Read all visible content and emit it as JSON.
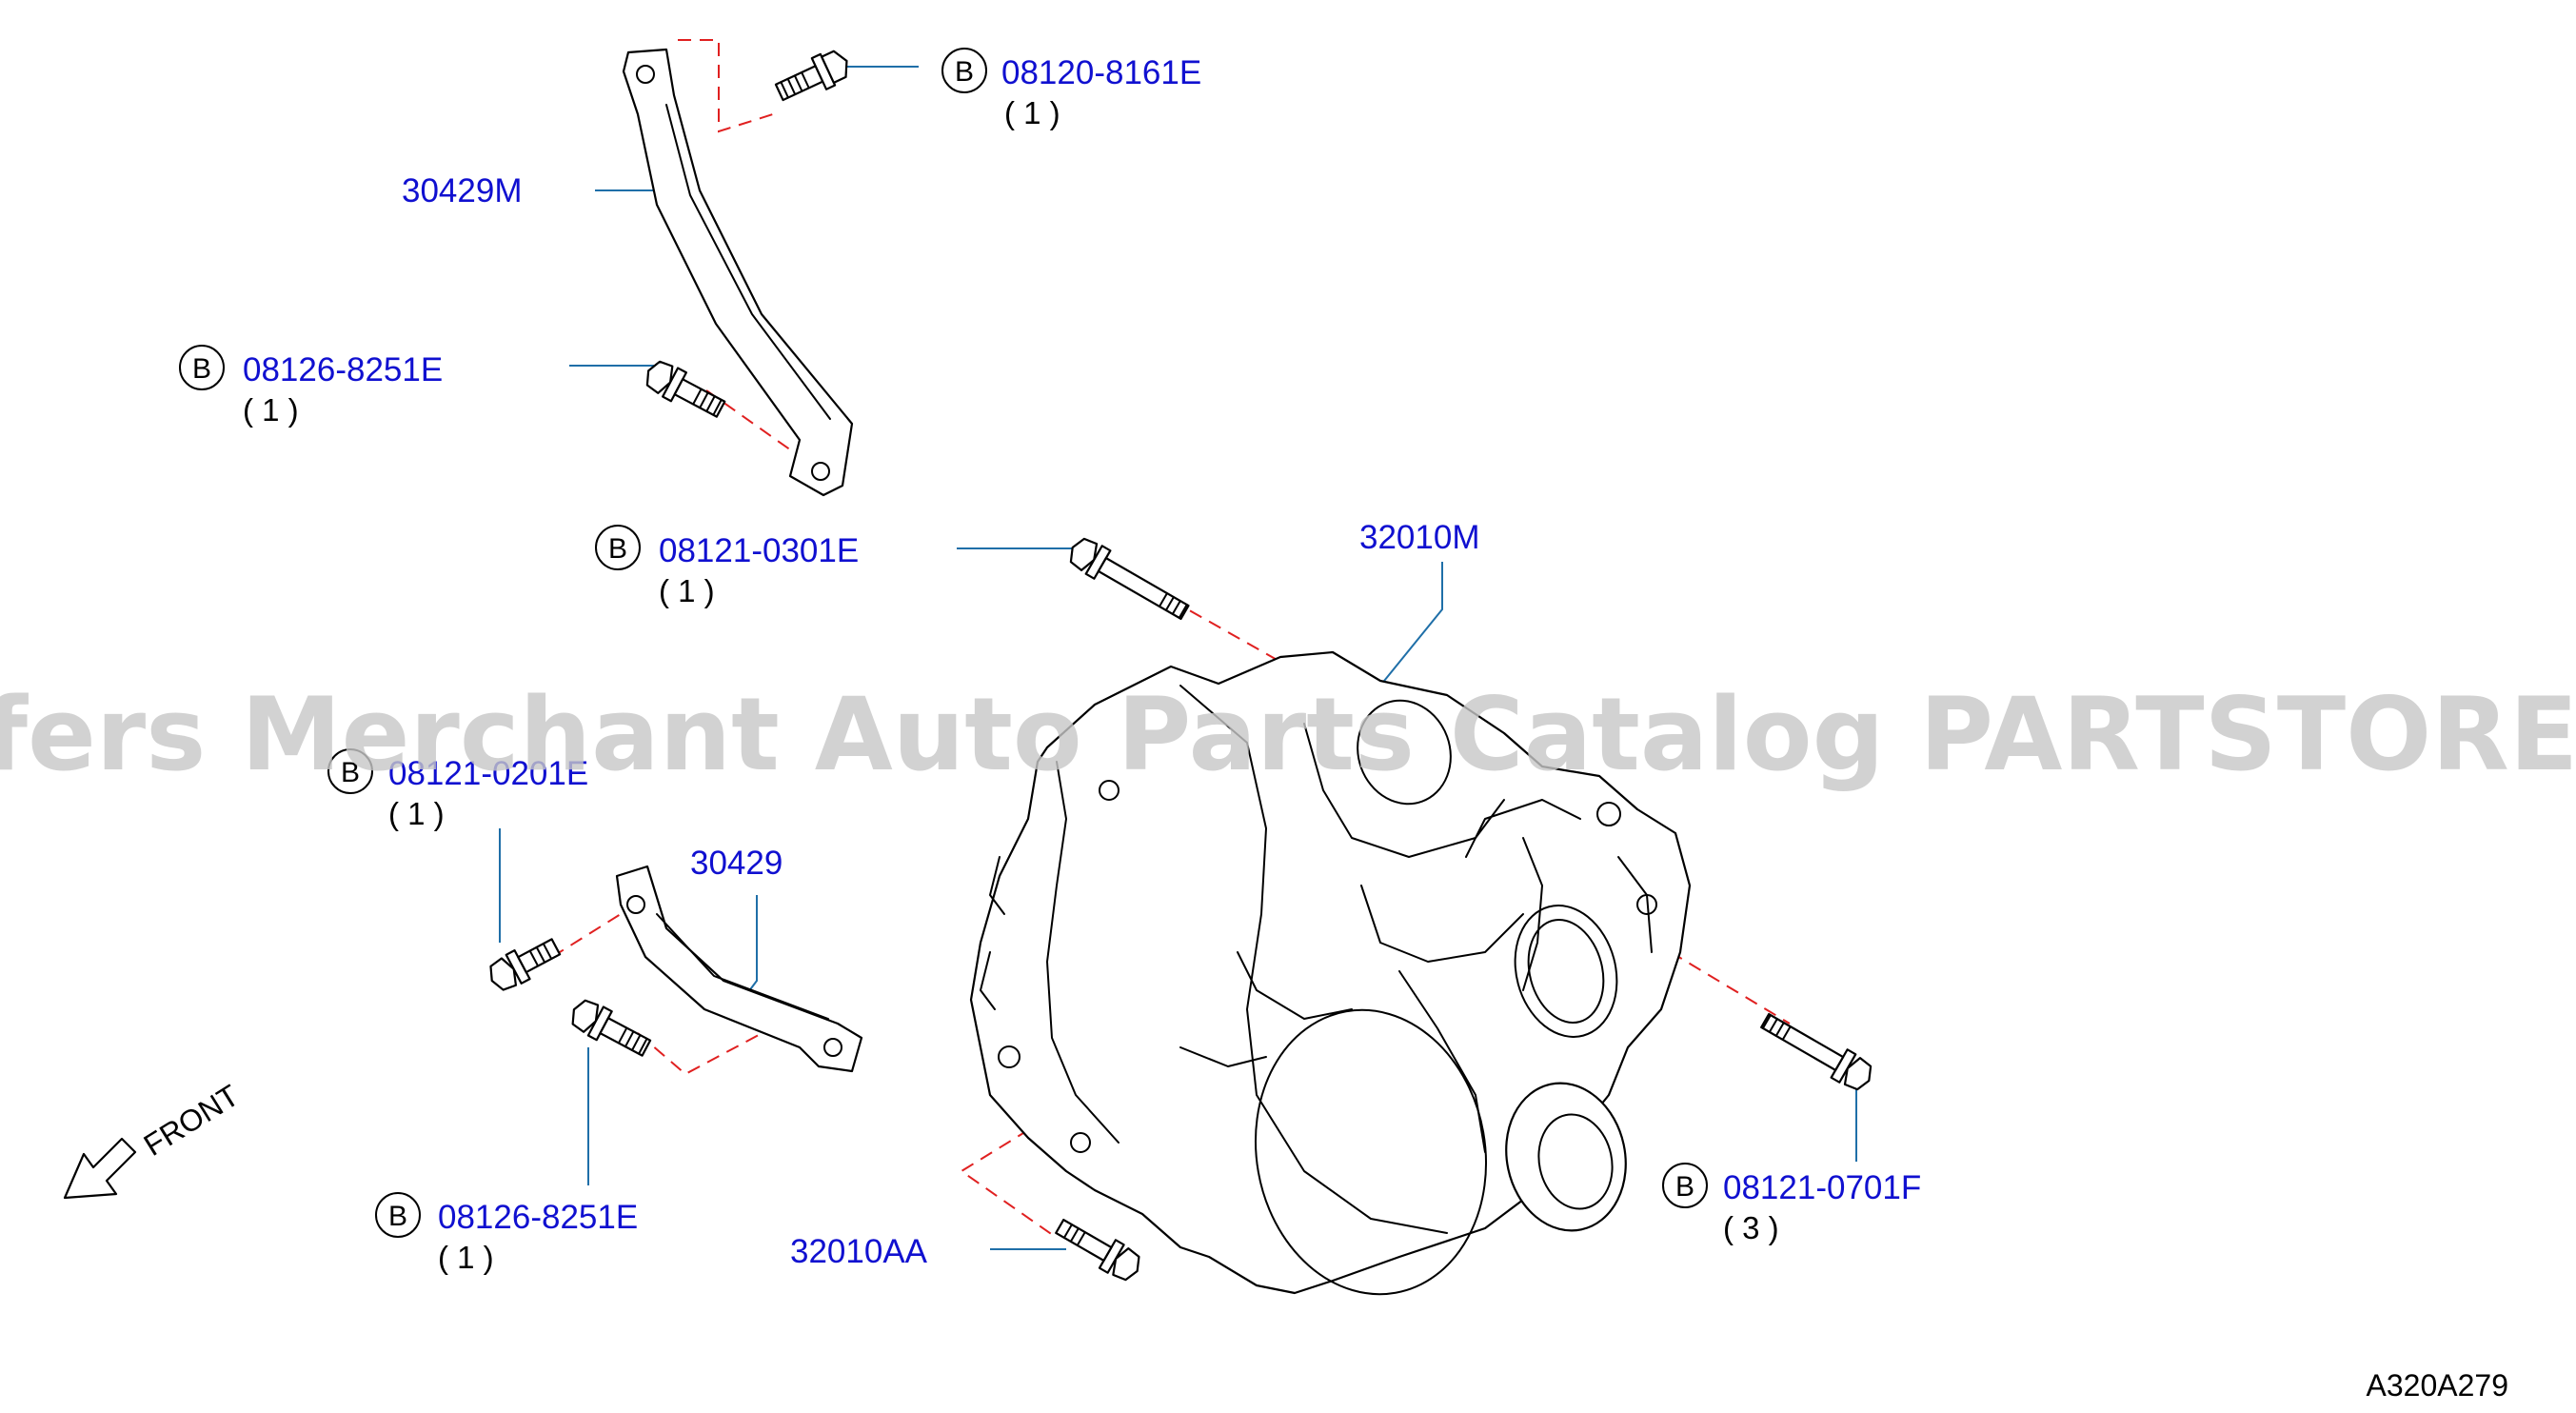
{
  "watermark": "Offers Merchant Auto Parts Catalog PARTSTORE.SA",
  "diagram_code": "A320A279",
  "front_label": "FRONT",
  "callouts": [
    {
      "id": "c1",
      "badge": "B",
      "part": "08120-8161E",
      "qty": "( 1 )"
    },
    {
      "id": "c2",
      "badge": "",
      "part": "30429M",
      "qty": ""
    },
    {
      "id": "c3",
      "badge": "B",
      "part": "08126-8251E",
      "qty": "( 1 )"
    },
    {
      "id": "c4",
      "badge": "B",
      "part": "08121-0301E",
      "qty": "( 1 )"
    },
    {
      "id": "c5",
      "badge": "",
      "part": "32010M",
      "qty": ""
    },
    {
      "id": "c6",
      "badge": "B",
      "part": "08121-0201E",
      "qty": "( 1 )"
    },
    {
      "id": "c7",
      "badge": "",
      "part": "30429",
      "qty": ""
    },
    {
      "id": "c8",
      "badge": "B",
      "part": "08121-0701F",
      "qty": "( 3 )"
    },
    {
      "id": "c9",
      "badge": "B",
      "part": "08126-8251E",
      "qty": "( 1 )"
    },
    {
      "id": "c10",
      "badge": "",
      "part": "32010AA",
      "qty": ""
    }
  ]
}
